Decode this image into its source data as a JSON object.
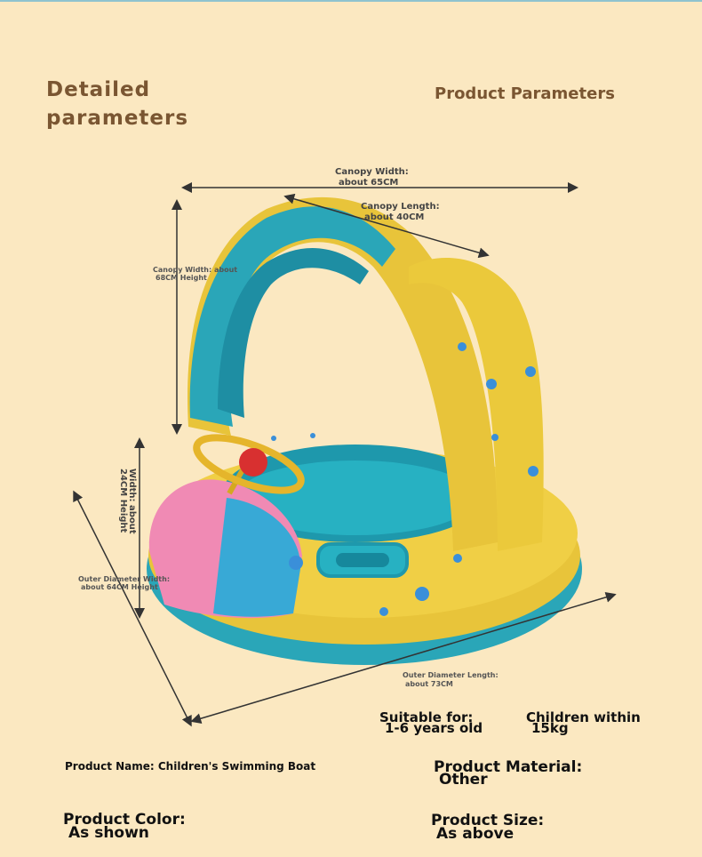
{
  "header": {
    "title": "Detailed parameters",
    "subtitle": "Product Parameters"
  },
  "dimensions": {
    "canopy_width_label": "Canopy Width:",
    "canopy_width_value": "about 65CM",
    "canopy_length_label": "Canopy Length:",
    "canopy_length_value": "about 40CM",
    "canopy_height_label": "Canopy Width: about",
    "canopy_height_value": "68CM Height",
    "width_label": "Width: about",
    "width_value": "24CM Height",
    "outer_width_label": "Outer Diameter Width:",
    "outer_width_value": "about 64CM Height",
    "outer_length_label": "Outer Diameter Length:",
    "outer_length_value": "about 73CM"
  },
  "specs": {
    "suitable_label": "Suitable for:",
    "suitable_value": "1-6 years old",
    "children_label": "Children within",
    "children_value": "15kg",
    "name_text": "Product Name: Children's Swimming Boat",
    "material_label": "Product Material:",
    "material_value": "Other",
    "color_label": "Product Color:",
    "color_value": "As shown",
    "size_label": "Product Size:",
    "size_value": "As above"
  },
  "colors": {
    "background": "#fbe8c1",
    "heading": "#7a5632",
    "float_yellow": "#e8c43a",
    "float_blue": "#2aa6b8",
    "accent_pink": "#f08ab4"
  }
}
